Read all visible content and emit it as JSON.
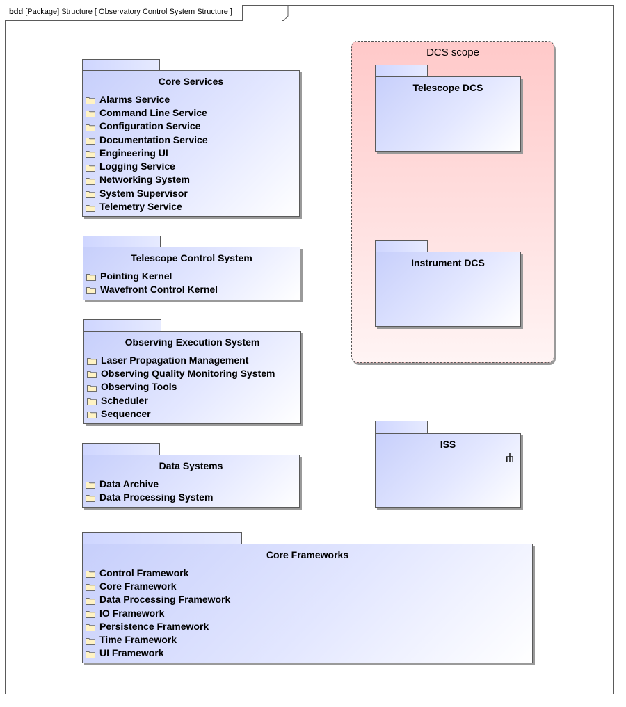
{
  "diagram": {
    "frame_label_kind": "bdd",
    "frame_label_text": "[Package] Structure [ Observatory Control System Structure ]"
  },
  "packages": {
    "core_services": {
      "title": "Core Services",
      "items": [
        "Alarms Service",
        "Command Line Service",
        "Configuration Service",
        "Documentation Service",
        "Engineering UI",
        "Logging Service",
        "Networking System",
        "System Supervisor",
        "Telemetry Service"
      ]
    },
    "telescope_control": {
      "title": "Telescope Control System",
      "items": [
        "Pointing Kernel",
        "Wavefront Control Kernel"
      ]
    },
    "observing_execution": {
      "title": "Observing Execution System",
      "items": [
        "Laser Propagation Management",
        "Observing Quality Monitoring System",
        "Observing Tools",
        "Scheduler",
        "Sequencer"
      ]
    },
    "data_systems": {
      "title": "Data Systems",
      "items": [
        "Data Archive",
        "Data Processing System"
      ]
    },
    "core_frameworks": {
      "title": "Core Frameworks",
      "items": [
        "Control Framework",
        "Core Framework",
        "Data Processing Framework",
        "IO Framework",
        "Persistence Framework",
        "Time Framework",
        "UI Framework"
      ]
    },
    "telescope_dcs": {
      "title": "Telescope DCS"
    },
    "instrument_dcs": {
      "title": "Instrument DCS"
    },
    "iss": {
      "title": "ISS",
      "icon": "subsystem-structure-icon"
    }
  },
  "scope": {
    "title": "DCS scope"
  },
  "colors": {
    "package_fill_start": "#c7cffb",
    "package_fill_end": "#ffffff",
    "scope_fill": "#ffc9c9",
    "folder_fill": "#fff3c4",
    "border": "#5a5a5a"
  }
}
